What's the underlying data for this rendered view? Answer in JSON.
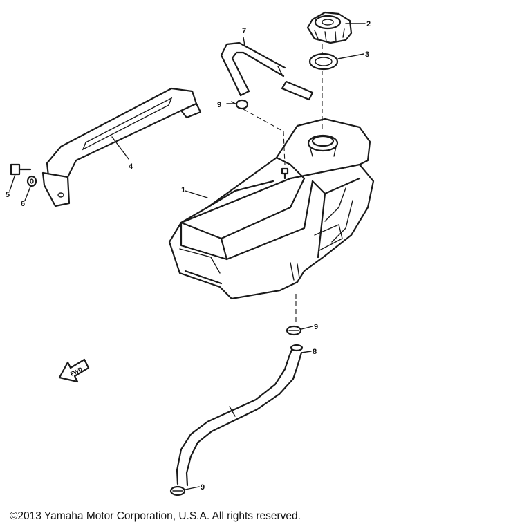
{
  "callouts": {
    "tank": "1",
    "cap": "2",
    "cap_gasket": "3",
    "bracket": "4",
    "bolt": "5",
    "washer": "6",
    "breather_hose": "7",
    "fuel_hose": "8",
    "clip_top": "9",
    "clip_mid": "9",
    "clip_bottom": "9"
  },
  "fwd_marker": "FWD",
  "copyright": "©2013 Yamaha Motor Corporation, U.S.A. All rights reserved."
}
